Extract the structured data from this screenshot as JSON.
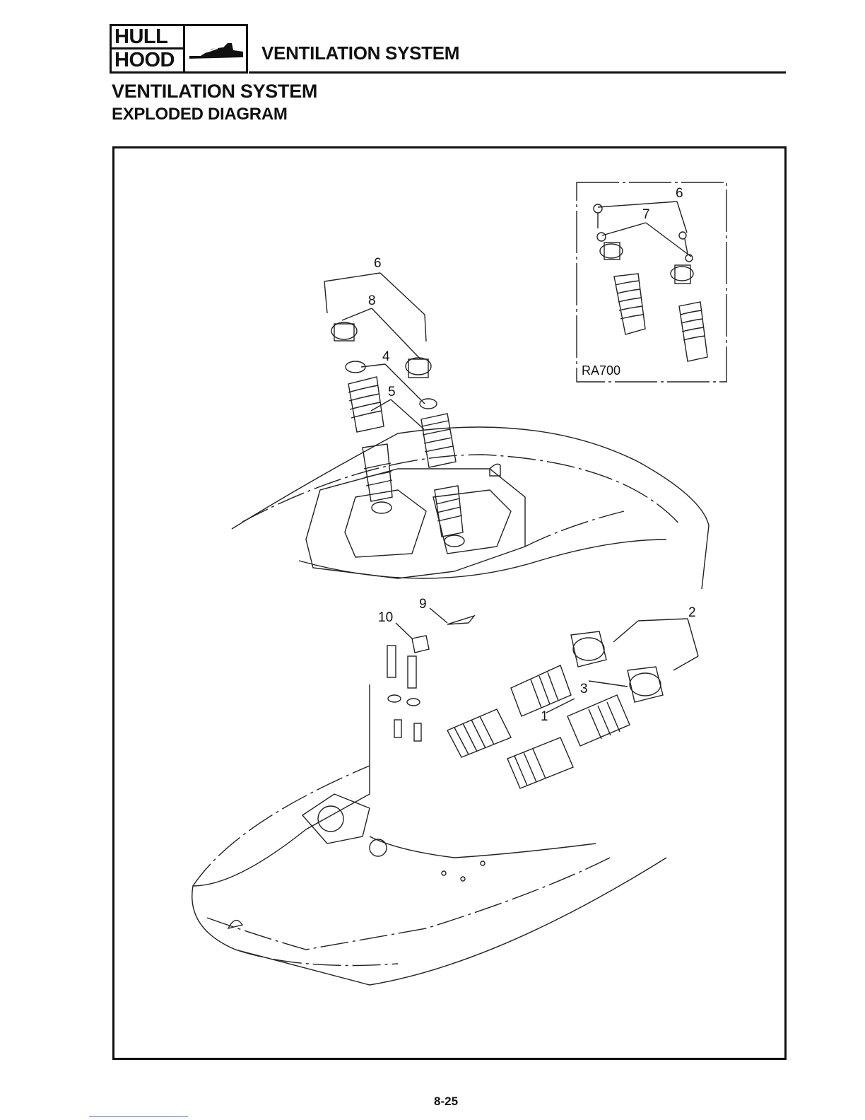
{
  "header": {
    "badge_line1": "HULL",
    "badge_line2": "HOOD",
    "badge_icon": "watercraft-icon",
    "section": "VENTILATION SYSTEM"
  },
  "title": "VENTILATION SYSTEM",
  "subtitle": "EXPLODED DIAGRAM",
  "diagram": {
    "inset_model": "RA700",
    "callouts": [
      "1",
      "2",
      "3",
      "4",
      "5",
      "6",
      "7",
      "8",
      "9",
      "10"
    ]
  },
  "footer": {
    "page_number": "8-25"
  }
}
